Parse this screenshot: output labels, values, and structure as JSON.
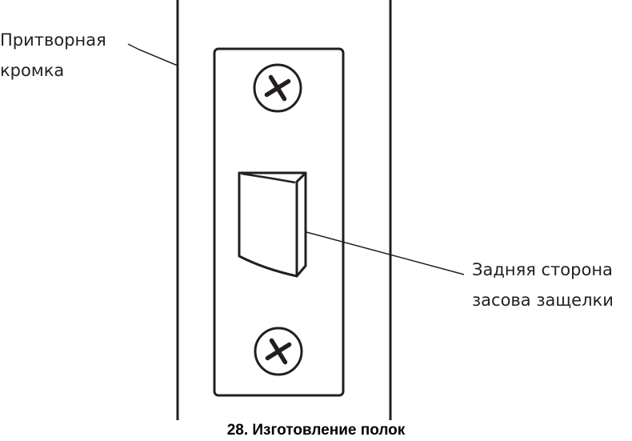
{
  "labels": {
    "edge_line1": "Притворная",
    "edge_line2": "кромка",
    "latch_line1": "Задняя сторона",
    "latch_line2": "засова защелки"
  },
  "caption": "28. Изготовление полок",
  "colors": {
    "ink": "#231f20",
    "caption": "#000000",
    "background": "#ffffff"
  }
}
